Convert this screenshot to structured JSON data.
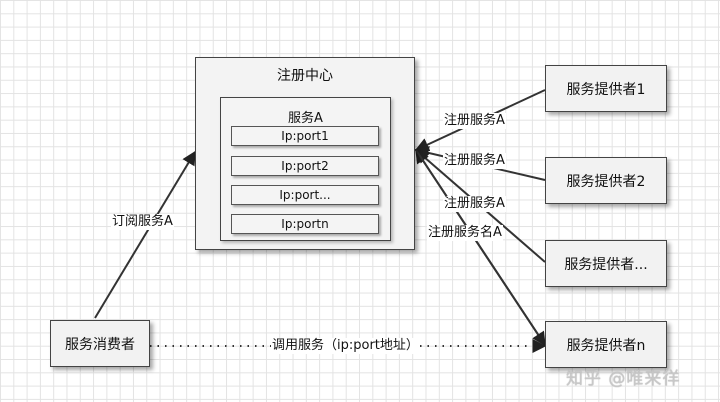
{
  "registry": {
    "title": "注册中心",
    "service": {
      "title": "服务A",
      "instances": [
        "Ip:port1",
        "Ip:port2",
        "Ip:port...",
        "Ip:portn"
      ]
    }
  },
  "providers": [
    "服务提供者1",
    "服务提供者2",
    "服务提供者...",
    "服务提供者n"
  ],
  "consumer": "服务消费者",
  "edges": {
    "register_1": "注册服务A",
    "register_2": "注册服务A",
    "register_3": "注册服务A",
    "register_4": "注册服务名A",
    "subscribe": "订阅服务A",
    "invoke": "调用服务（ip:port地址）"
  },
  "watermark": "知乎 @唯来徉"
}
